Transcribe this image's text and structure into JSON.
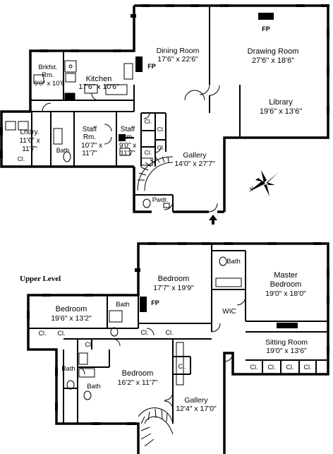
{
  "main_level": {
    "dining_room": {
      "name": "Dining Room",
      "dim": "17'6\" x 22'6\""
    },
    "drawing_room": {
      "name": "Drawing Room",
      "dim": "27'6\" x 18'6\""
    },
    "library": {
      "name": "Library",
      "dim": "19'6\" x 13'6\""
    },
    "kitchen": {
      "name": "Kitchen",
      "dim": "17'6\" x 10'6\""
    },
    "breakfast": {
      "name_line1": "Brkfst.",
      "name_line2": "Rm.",
      "dim": "9'0\" x 10'6"
    },
    "laundry": {
      "name": "Lndry.",
      "dim_line1": "11'6\" x",
      "dim_line2": "11'7\""
    },
    "bath": "Bath",
    "staff_room_1": {
      "name_line1": "Staff",
      "name_line2": "Rm.",
      "dim_line1": "10'7\" x",
      "dim_line2": "11'7\""
    },
    "staff_room_2": {
      "name_line1": "Staff",
      "name_line2": "Rm.",
      "dim_line1": "9'0\" x",
      "dim_line2": "11'7\""
    },
    "gallery": {
      "name": "Gallery",
      "dim": "14'0\" x 27'7\""
    },
    "powder": "Pwdr.",
    "closet": "Cl.",
    "fireplace": "FP"
  },
  "upper_level": {
    "title": "Upper Level",
    "bedroom_1": {
      "name": "Bedroom",
      "dim": "17'7\" x 19'9\""
    },
    "bedroom_2": {
      "name": "Bedroom",
      "dim": "19'6\" x 13'2\""
    },
    "bedroom_3": {
      "name": "Bedroom",
      "dim": "16'2\" x 11'7\""
    },
    "master_bedroom": {
      "name_line1": "Master",
      "name_line2": "Bedroom",
      "dim": "19'0\" x 18'0\""
    },
    "sitting_room": {
      "name": "Sitting Room",
      "dim": "19'0\" x 13'6\""
    },
    "wic": "WIC",
    "gallery": {
      "name": "Gallery",
      "dim": "12'4\" x 17'0\""
    },
    "bath": "Bath",
    "closet": "Cl.",
    "fireplace": "FP"
  },
  "compass": {
    "label": "N"
  }
}
